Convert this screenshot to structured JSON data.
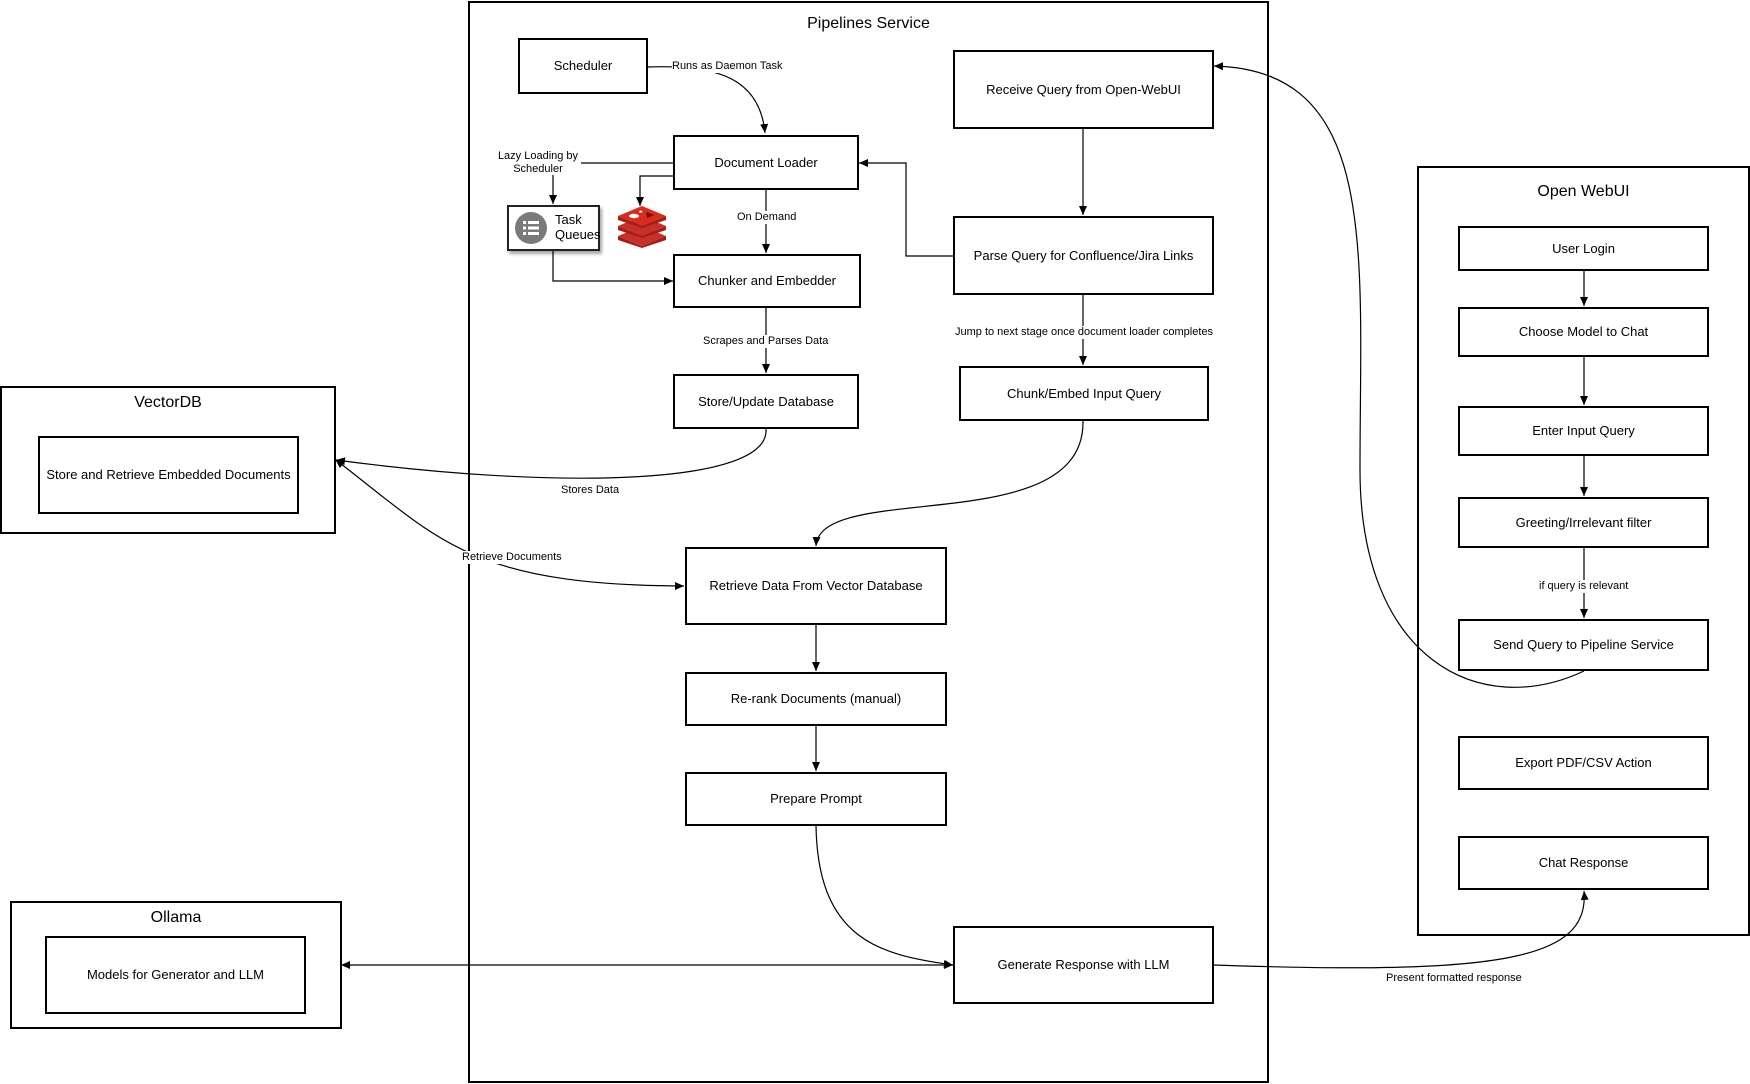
{
  "pipelines": {
    "title": "Pipelines Service",
    "scheduler": "Scheduler",
    "document_loader": "Document Loader",
    "task_queues": "Task Queues",
    "chunker": "Chunker and Embedder",
    "store_db": "Store/Update Database",
    "receive_query": "Receive Query from Open-WebUI",
    "parse_query": "Parse Query for Confluence/Jira Links",
    "chunk_query": "Chunk/Embed Input Query",
    "retrieve_data": "Retrieve Data From Vector Database",
    "rerank": "Re-rank Documents (manual)",
    "prepare_prompt": "Prepare Prompt",
    "generate": "Generate Response with LLM"
  },
  "vectordb": {
    "title": "VectorDB",
    "store_retrieve": "Store and Retrieve Embedded Documents"
  },
  "ollama": {
    "title": "Ollama",
    "models": "Models for Generator and LLM"
  },
  "openwebui": {
    "title": "Open WebUI",
    "login": "User Login",
    "choose_model": "Choose Model to Chat",
    "enter_query": "Enter Input Query",
    "filter": "Greeting/Irrelevant filter",
    "send_query": "Send Query to Pipeline Service",
    "export": "Export PDF/CSV Action",
    "chat_response": "Chat Response"
  },
  "edge_labels": {
    "daemon": "Runs as Daemon Task",
    "lazy_loading": "Lazy Loading by Scheduler",
    "on_demand": "On Demand",
    "scrapes": "Scrapes and Parses Data",
    "stores_data": "Stores Data",
    "retrieve_documents": "Retrieve Documents",
    "jump_next": "Jump to next stage once document loader completes",
    "if_relevant": "if query is relevant",
    "present_response": "Present formatted response"
  },
  "icons": {
    "task_queue": "list-icon",
    "redis": "redis-icon"
  },
  "colors": {
    "redis_red": "#c6302b",
    "redis_dark": "#a41e11",
    "queue_gray": "#7a7a7a"
  }
}
